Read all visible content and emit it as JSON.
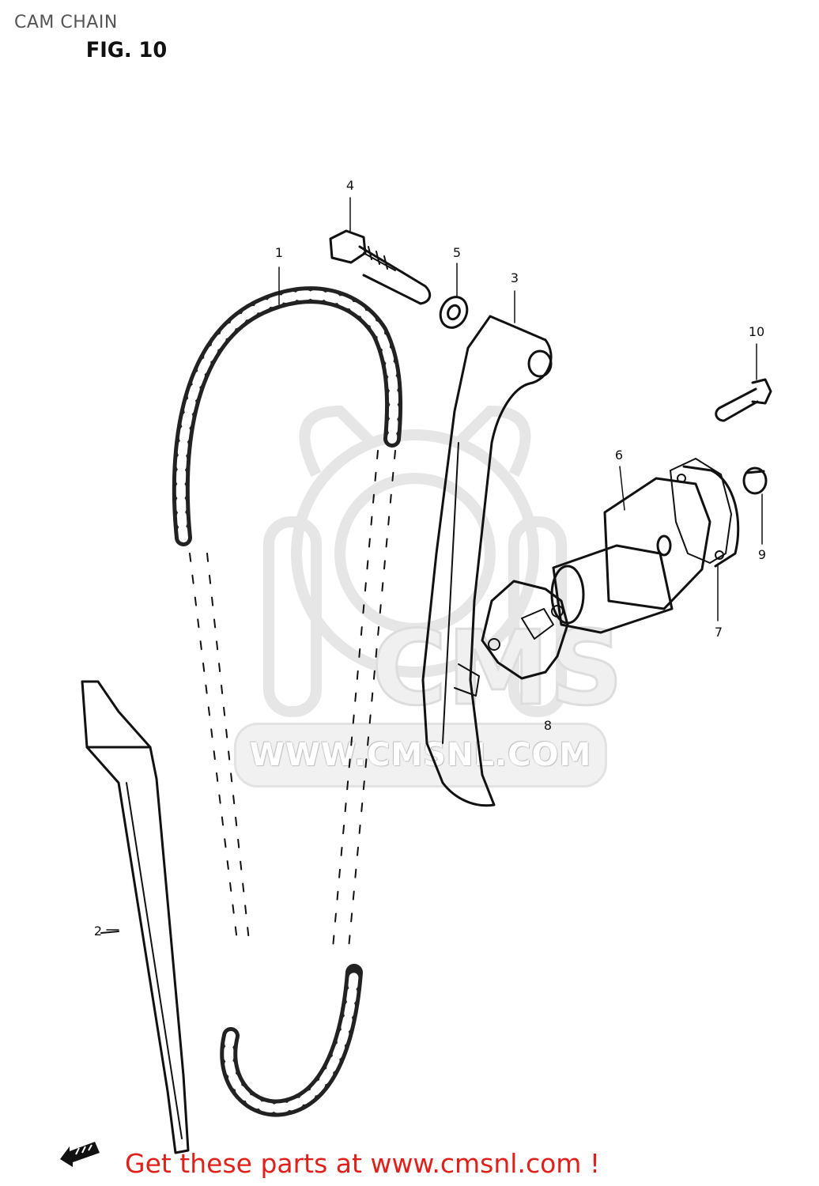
{
  "page": {
    "heading": "CAM CHAIN",
    "figure_label": "FIG. 10",
    "footer_link_text": "Get these parts at www.cmsnl.com !"
  },
  "watermark": {
    "text": "WWW.CMSNL.COM",
    "logo_icon": "cms-logo-icon"
  },
  "callouts": [
    {
      "id": "1",
      "label": "1"
    },
    {
      "id": "2",
      "label": "2"
    },
    {
      "id": "3",
      "label": "3"
    },
    {
      "id": "4",
      "label": "4"
    },
    {
      "id": "5",
      "label": "5"
    },
    {
      "id": "6",
      "label": "6"
    },
    {
      "id": "7",
      "label": "7"
    },
    {
      "id": "8",
      "label": "8"
    },
    {
      "id": "9",
      "label": "9"
    },
    {
      "id": "10",
      "label": "10"
    }
  ],
  "markers": {
    "forward_icon": "fwd-arrow-icon"
  },
  "colors": {
    "footer": "#e0201a",
    "line": "#111111",
    "watermark": "#e6e6e6"
  }
}
